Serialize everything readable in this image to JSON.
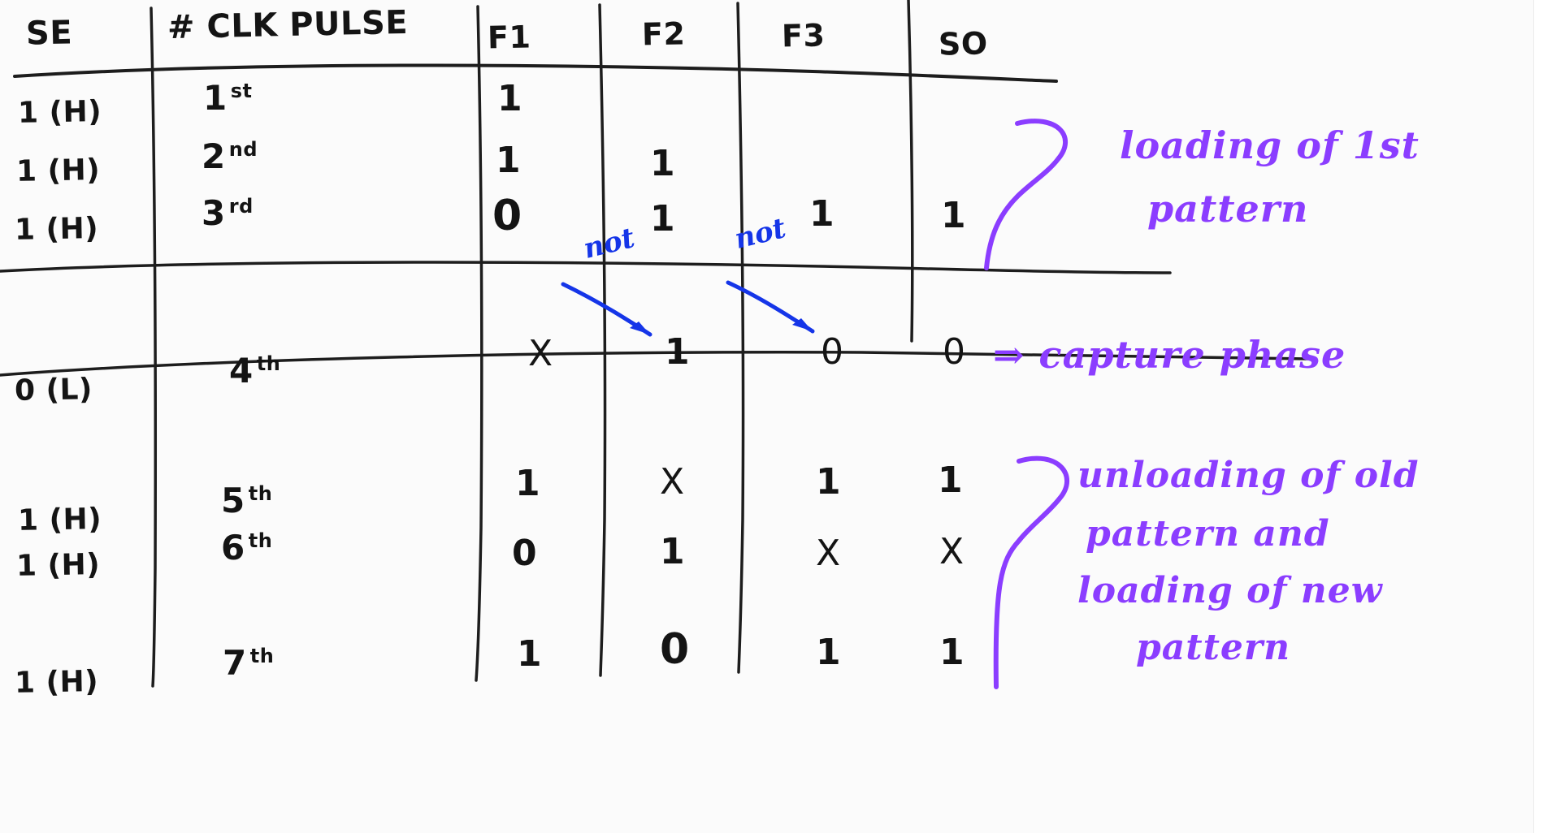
{
  "table": {
    "columns": [
      "SE",
      "# CLK PULSE",
      "F1",
      "F2",
      "F3",
      "SO"
    ],
    "rows": [
      {
        "se": "1 (H)",
        "pulse_num": "1",
        "pulse_ord": "st",
        "f1": "1",
        "f2": "",
        "f3": "",
        "so": ""
      },
      {
        "se": "1 (H)",
        "pulse_num": "2",
        "pulse_ord": "nd",
        "f1": "1",
        "f2": "1",
        "f3": "",
        "so": ""
      },
      {
        "se": "1 (H)",
        "pulse_num": "3",
        "pulse_ord": "rd",
        "f1": "0",
        "f2": "1",
        "f3": "1",
        "so": "1"
      },
      {
        "se": "0 (L)",
        "pulse_num": "4",
        "pulse_ord": "th",
        "f1": "X",
        "f2": "1",
        "f3": "0",
        "so": "0"
      },
      {
        "se": "1 (H)",
        "pulse_num": "5",
        "pulse_ord": "th",
        "f1": "1",
        "f2": "X",
        "f3": "1",
        "so": "1"
      },
      {
        "se": "1 (H)",
        "pulse_num": "6",
        "pulse_ord": "th",
        "f1": "0",
        "f2": "1",
        "f3": "X",
        "so": "X"
      },
      {
        "se": "1 (H)",
        "pulse_num": "7",
        "pulse_ord": "th",
        "f1": "1",
        "f2": "0",
        "f3": "1",
        "so": "1"
      }
    ]
  },
  "annotations": {
    "load_first_line1": "loading of 1st",
    "load_first_line2": "pattern",
    "capture": "⇒ capture phase",
    "unload_line1": "unloading of old",
    "unload_line2": "pattern and",
    "unload_line3": "loading of new",
    "unload_line4": "pattern",
    "not_label_1": "not",
    "not_label_2": "not"
  },
  "colors": {
    "ink_black": "#141414",
    "ink_blue": "#1535E8",
    "ink_purple": "#8B3DFF",
    "paper": "#fbfbfb"
  }
}
